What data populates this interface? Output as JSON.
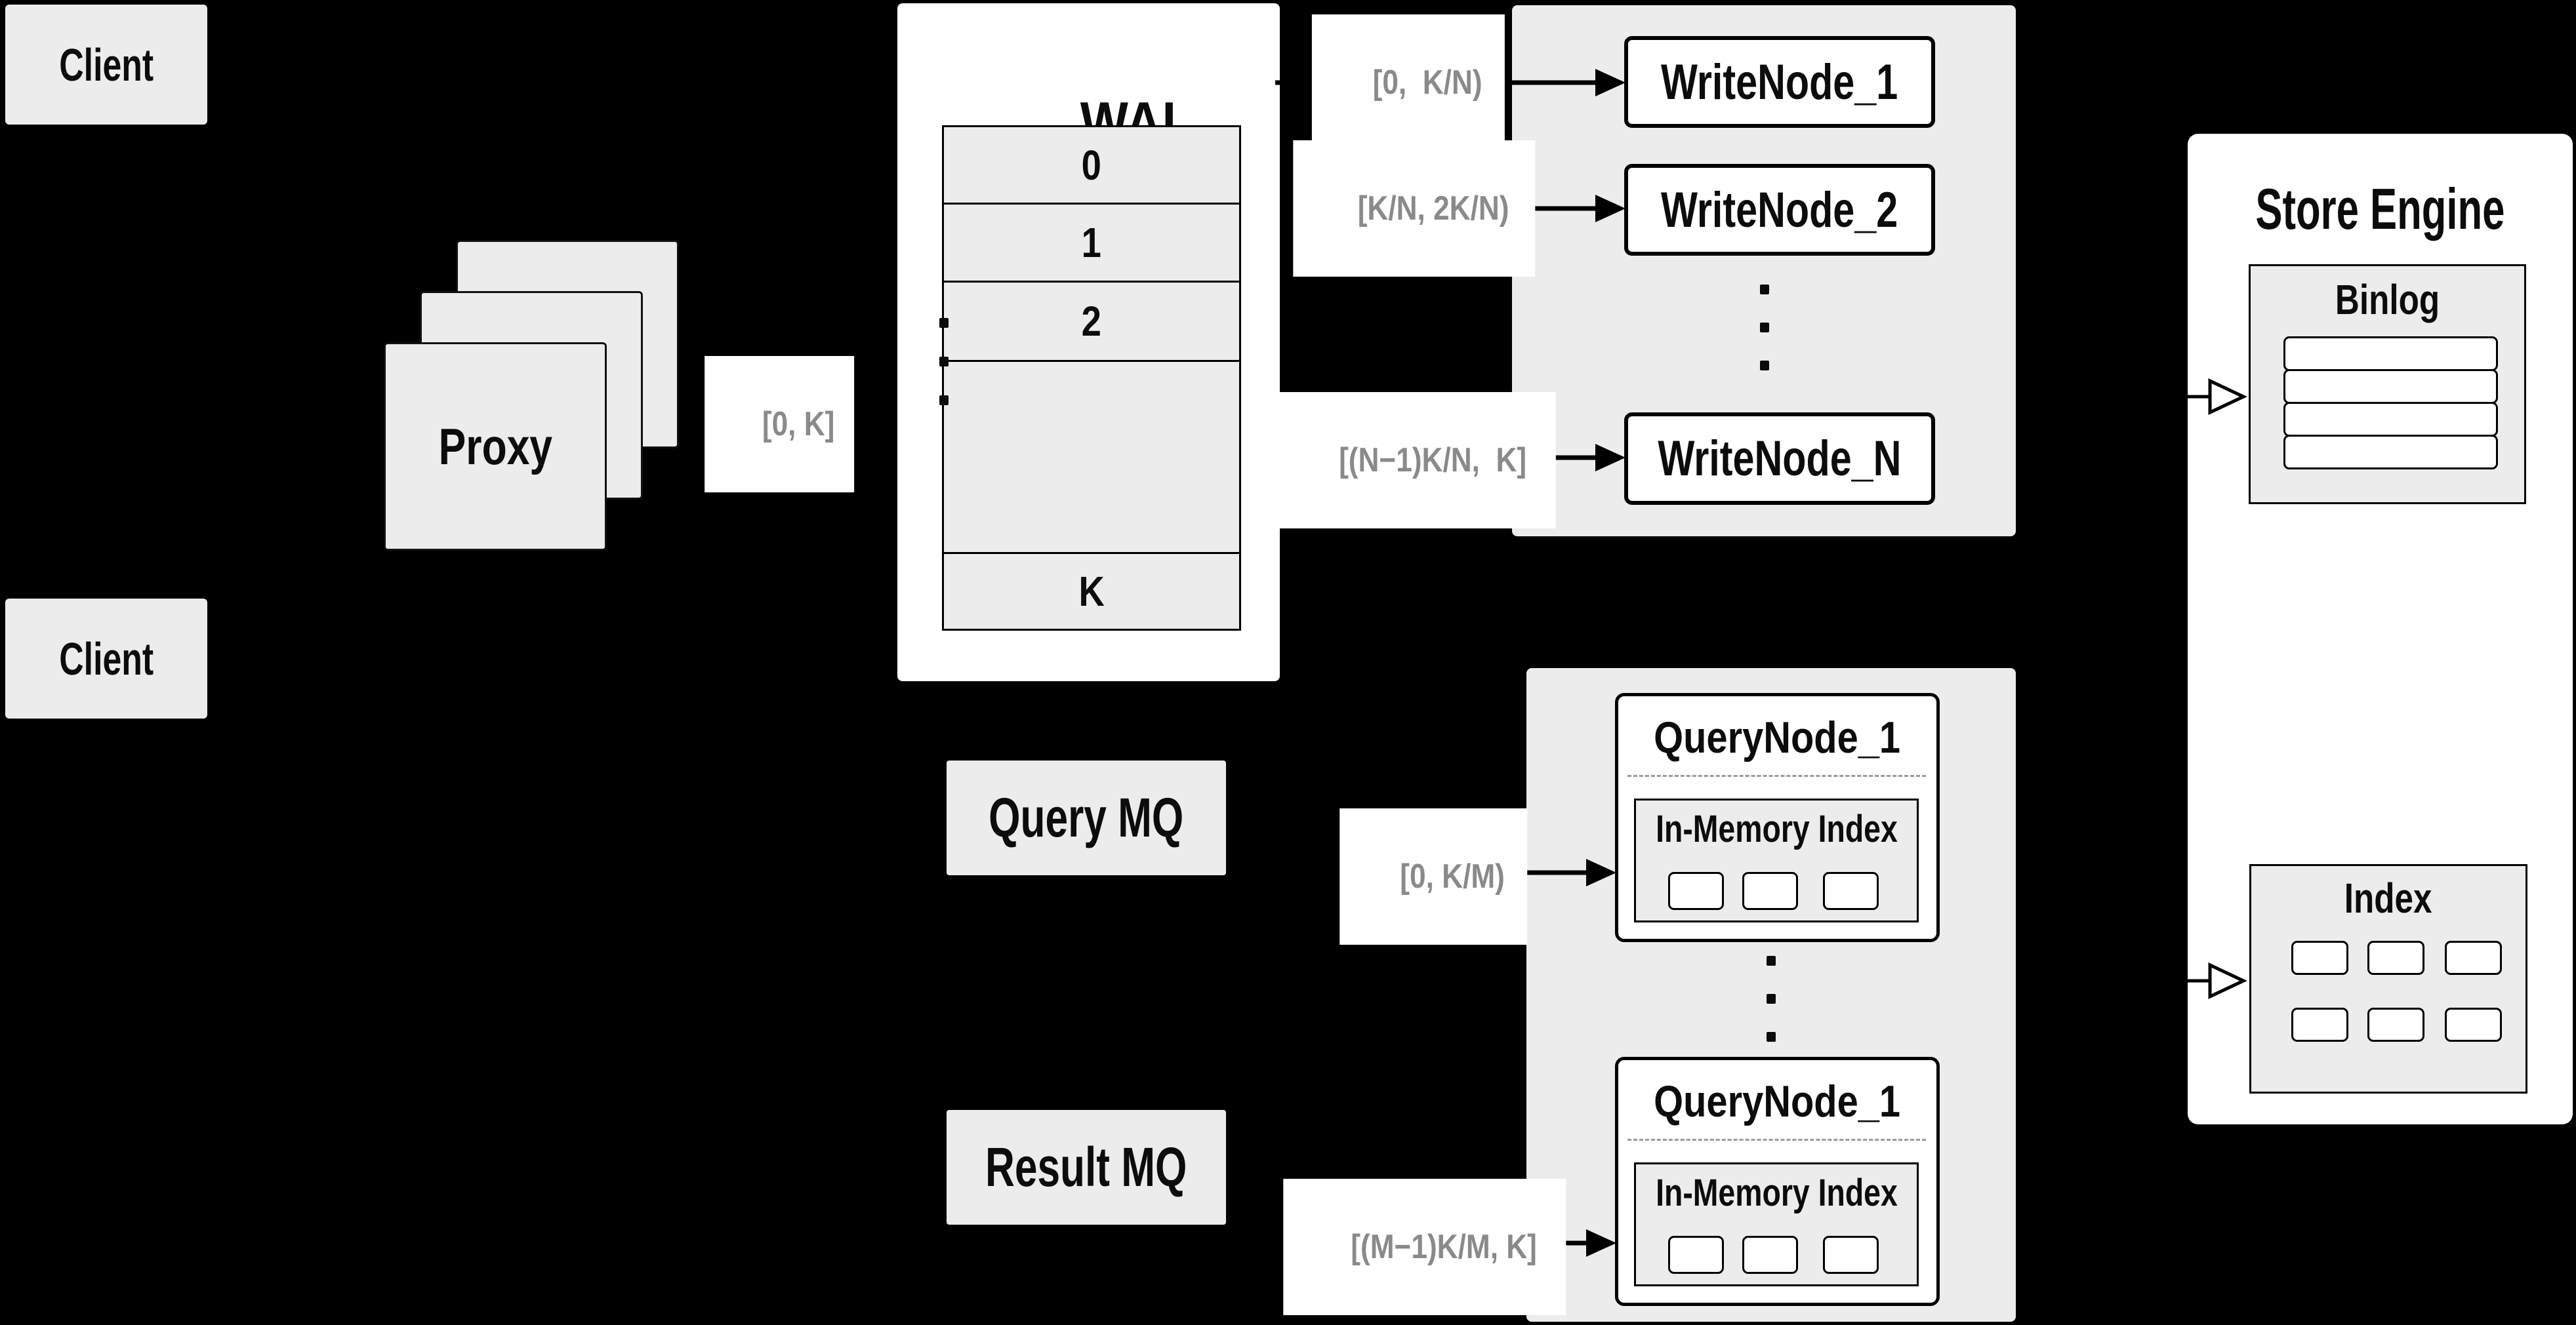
{
  "diagram": {
    "clients": {
      "top": "Client",
      "bottom": "Client"
    },
    "proxy": {
      "label": "Proxy"
    },
    "wal": {
      "title": "WAL",
      "segments": [
        "0",
        "1",
        "2"
      ],
      "last_segment": "K"
    },
    "range_labels": {
      "proxy_to_wal": "[0, K]",
      "wal_to_writenode_1": "[0,  K/N)",
      "wal_to_writenode_2": "[K/N, 2K/N)",
      "wal_to_writenode_n": "[(N−1)K/N,  K]",
      "mq_to_querynode_1": "[0, K/M)",
      "mq_to_querynode_m": "[(M−1)K/M, K]"
    },
    "write_nodes": {
      "node_1": "WriteNode_1",
      "node_2": "WriteNode_2",
      "node_n": "WriteNode_N"
    },
    "query_mq": "Query MQ",
    "result_mq": "Result MQ",
    "query_nodes": {
      "node_1_title": "QueryNode_1",
      "node_2_title": "QueryNode_1",
      "in_memory_title": "In-Memory Index"
    },
    "store_engine": {
      "title": "Store Engine",
      "binlog_title": "Binlog",
      "index_title": "Index"
    },
    "colors": {
      "background": "#000000",
      "box_gray": "#ececec",
      "box_white": "#ffffff",
      "border": "#000000",
      "label_text": "#8a8a8a",
      "dashed_divider": "#9a9a9a"
    }
  }
}
